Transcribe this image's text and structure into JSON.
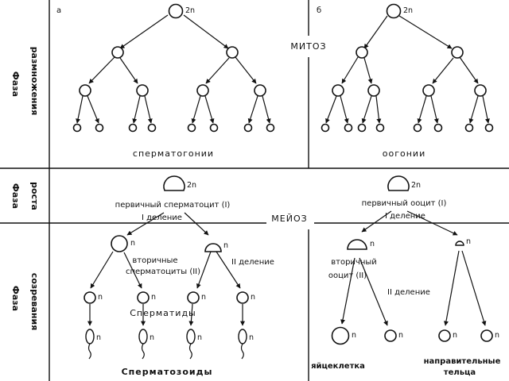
{
  "phases": {
    "reproduction": {
      "word": "Фаза",
      "name": "размножения"
    },
    "growth": {
      "word": "Фаза",
      "name": "роста"
    },
    "maturation": {
      "word": "Фаза",
      "name": "созревания"
    }
  },
  "panels": {
    "left": "а",
    "right": "б"
  },
  "division_types": {
    "mitosis": "МИТОЗ",
    "meiosis": "МЕЙОЗ"
  },
  "ploidy": {
    "diploid": "2n",
    "haploid": "n"
  },
  "male": {
    "spermatogonia": "сперматогонии",
    "primary": "первичный сперматоцит (I)",
    "first_division": "I деление",
    "secondary_line1": "вторичные",
    "secondary_line2": "сперматоциты (II)",
    "second_division": "II деление",
    "spermatids": "Сперматиды",
    "spermatozoa": "Сперматозоиды"
  },
  "female": {
    "oogonia": "оогонии",
    "primary": "первичный ооцит (I)",
    "first_division": "I деление",
    "secondary_line1": "вторичный",
    "secondary_line2": "ооцит (II)",
    "second_division": "II деление",
    "egg": "яйцеклетка",
    "polar_bodies_line1": "направительные",
    "polar_bodies_line2": "тельца"
  }
}
